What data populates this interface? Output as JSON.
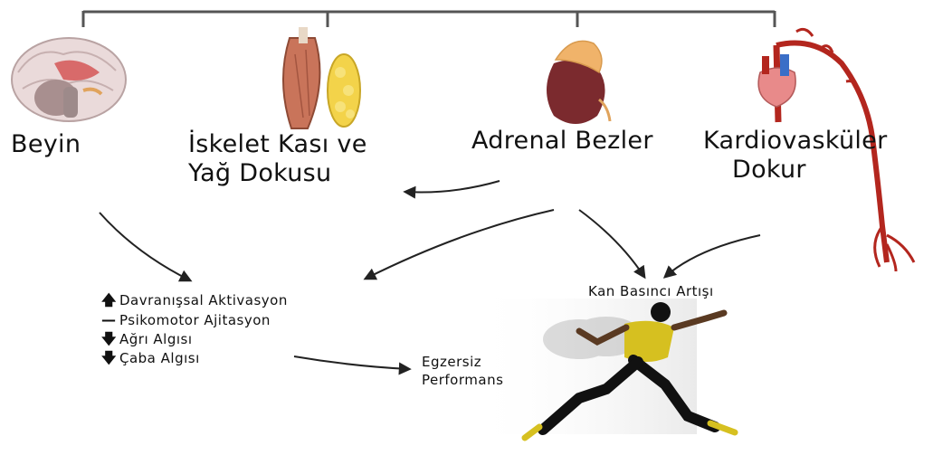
{
  "organs": {
    "brain": "Beyin",
    "muscle_line1": "İskelet Kası ve",
    "muscle_line2": "Yağ Dokusu",
    "adrenal": "Adrenal Bezler",
    "cardio_line1": "Kardiovasküler",
    "cardio_line2": "Dokur"
  },
  "effects": [
    {
      "symbol": "🡅",
      "symbol_name": "up-arrow-icon",
      "text": "Davranışsal Aktivasyon"
    },
    {
      "symbol": "—",
      "symbol_name": "dash-icon",
      "text": "Psikomotor Ajitasyon"
    },
    {
      "symbol": "🡇",
      "symbol_name": "down-arrow-icon",
      "text": "Ağrı Algısı"
    },
    {
      "symbol": "🡇",
      "symbol_name": "down-arrow-icon",
      "text": "Çaba Algısı"
    }
  ],
  "blood_pressure": "Kan Basıncı Artışı",
  "performance_line1": "Egzersiz",
  "performance_line2": "Performans",
  "colors": {
    "line": "#555555",
    "arrow": "#222222",
    "muscle": "#c9745a",
    "fat": "#f3d34a",
    "kidney": "#7b2a2e",
    "adrenal_gland": "#f0b36a",
    "artery": "#b3261e",
    "heart": "#e88a8a",
    "runner_shirt": "#d6c020",
    "brain": "#e9c9c9"
  }
}
